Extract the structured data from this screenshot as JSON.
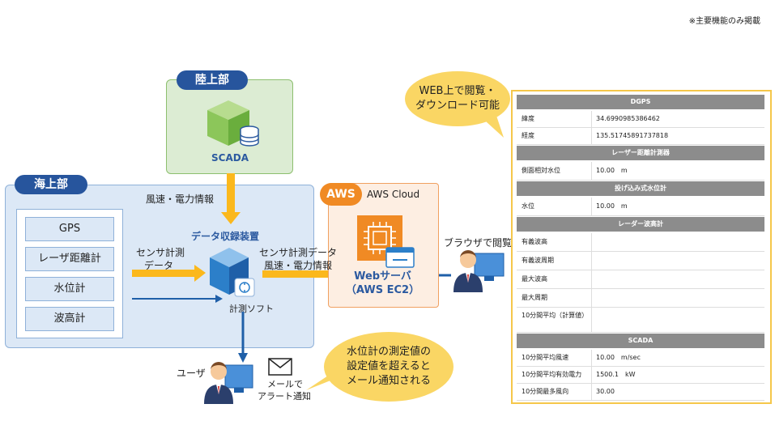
{
  "note": "※主要機能のみ掲載",
  "land": {
    "tab": "陸上部",
    "scada": "SCADA"
  },
  "sea": {
    "tab": "海上部",
    "sensors": [
      "GPS",
      "レーザ距離計",
      "水位計",
      "波高計"
    ],
    "wind_power": "風速・電力情報",
    "collector": "データ収録装置",
    "sensor_data_1": "センサ計測",
    "sensor_data_2": "データ",
    "software": "計測ソフト"
  },
  "aws": {
    "badge": "AWS",
    "cloud": "AWS Cloud",
    "sent_1": "センサ計測データ",
    "sent_2": "風速・電力情報",
    "web_1": "Webサーバ",
    "web_2": "（AWS EC2）"
  },
  "browser_label": "ブラウザで閲覧",
  "bubble_web": [
    "WEB上で閲覧・",
    "ダウンロード可能"
  ],
  "bubble_alert": [
    "水位計の測定値の",
    "設定値を超えると",
    "メール通知される"
  ],
  "user_label": "ユーザ",
  "mail_1": "メールで",
  "mail_2": "アラート通知",
  "web_page": {
    "sections": [
      {
        "header": "DGPS",
        "rows": [
          [
            "緯度",
            "34.6990985386462"
          ],
          [
            "経度",
            "135.51745891737818"
          ]
        ]
      },
      {
        "header": "レーザー距離計測器",
        "rows": [
          [
            "側面相対水位",
            "10.00　m"
          ]
        ]
      },
      {
        "header": "投げ込み式水位計",
        "rows": [
          [
            "水位",
            "10.00　m"
          ]
        ]
      },
      {
        "header": "レーダー波高計",
        "rows": [
          [
            "有義波高",
            ""
          ],
          [
            "有義波周期",
            ""
          ],
          [
            "最大波高",
            ""
          ],
          [
            "最大周期",
            ""
          ],
          [
            "10分間平均（計算値）",
            ""
          ]
        ]
      },
      {
        "header": "SCADA",
        "rows": [
          [
            "10分間平均風速",
            "10.00　m/sec"
          ],
          [
            "10分間平均有効電力",
            "1500.1　kW"
          ],
          [
            "10分間最多風向",
            "30.00"
          ]
        ]
      }
    ]
  },
  "colors": {
    "navy": "#27559d",
    "arrow_yellow": "#fbb81c",
    "arrow_blue": "#1f5fa8",
    "aws_orange": "#f08a24",
    "bubble": "#fad664"
  }
}
